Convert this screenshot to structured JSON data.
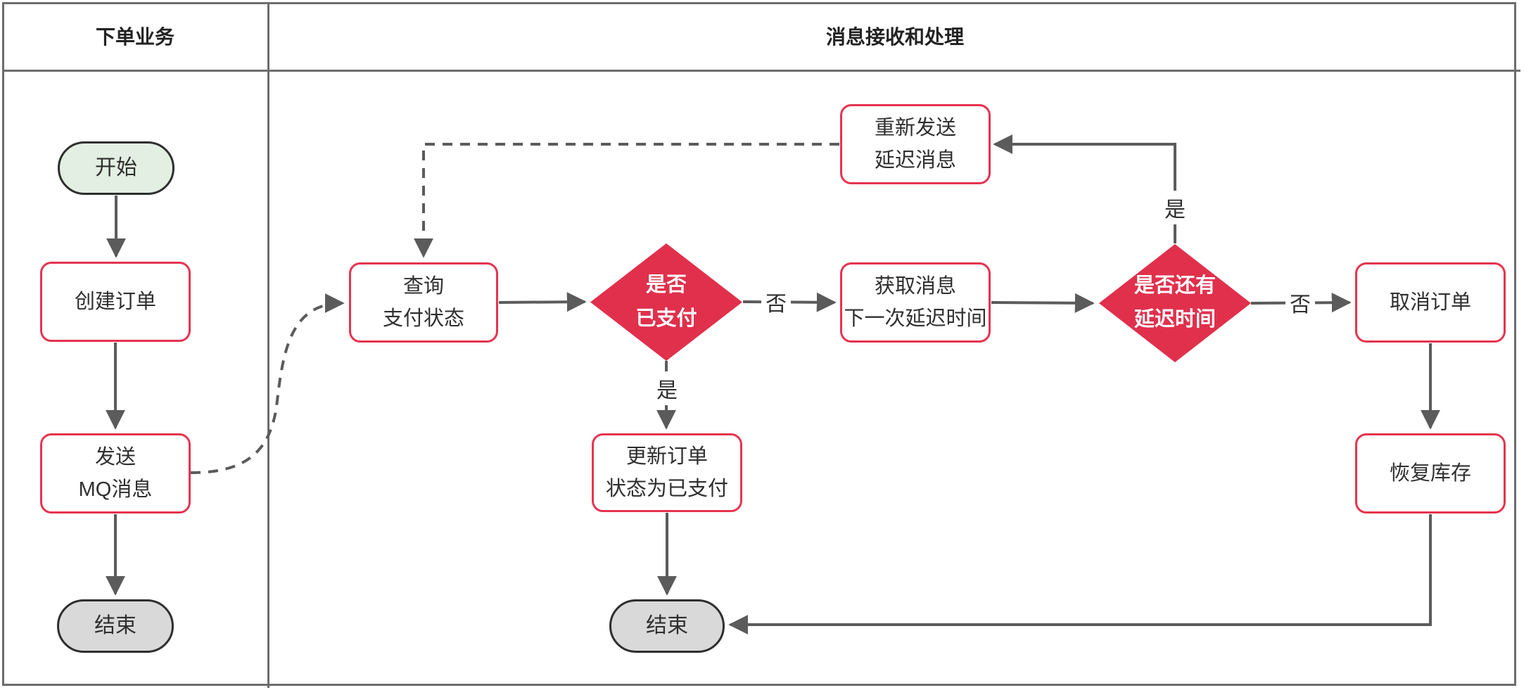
{
  "lanes": {
    "left": "下单业务",
    "right": "消息接收和处理"
  },
  "colors": {
    "red": "#e0304c",
    "red_border": "#e5344f",
    "start_fill": "#e2efe2",
    "end_fill": "#d9d9d9",
    "node_border": "#2e2e2e",
    "line_color": "#5b5b5b",
    "lane_border": "#6d6d6d",
    "text": "#2f2f2f"
  },
  "nodes": {
    "start": {
      "label": "开始"
    },
    "create_order": {
      "label": "创建订单"
    },
    "send_mq": {
      "line1": "发送",
      "line2": "MQ消息"
    },
    "end_left": {
      "label": "结束"
    },
    "query_status": {
      "line1": "查询",
      "line2": "支付状态"
    },
    "is_paid": {
      "line1": "是否",
      "line2": "已支付"
    },
    "get_message": {
      "line1": "获取消息",
      "line2": "下一次延迟时间"
    },
    "has_delay": {
      "line1": "是否还有",
      "line2": "延迟时间"
    },
    "cancel_order": {
      "label": "取消订单"
    },
    "restore_stock": {
      "label": "恢复库存"
    },
    "resend_delay": {
      "line1": "重新发送",
      "line2": "延迟消息"
    },
    "update_order": {
      "line1": "更新订单",
      "line2": "状态为已支付"
    },
    "end_bottom": {
      "label": "结束"
    }
  },
  "edge_labels": {
    "paid_no": "否",
    "paid_yes": "是",
    "delay_yes": "是",
    "delay_no": "否"
  }
}
